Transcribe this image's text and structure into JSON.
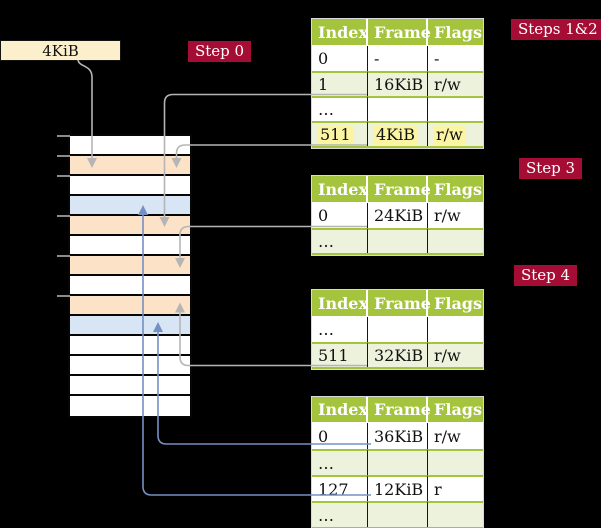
{
  "frame_box": {
    "label": "4KiB"
  },
  "steps": [
    {
      "text": "Step 0"
    },
    {
      "text": "Steps 1&2"
    },
    {
      "text": "Step 3"
    },
    {
      "text": "Step 4"
    }
  ],
  "memory_column": {
    "rows": [
      "white",
      "orange",
      "white",
      "blue",
      "orange",
      "white",
      "orange",
      "white",
      "orange",
      "blue",
      "white",
      "white",
      "white",
      "white"
    ],
    "tick_boundaries": [
      0,
      1,
      2,
      4,
      6,
      8
    ]
  },
  "page_tables": [
    {
      "step": "Steps 1&2",
      "headers": [
        "Index",
        "Frame",
        "Flags"
      ],
      "rows": [
        {
          "cells": [
            "0",
            "-",
            "-"
          ],
          "shaded": false,
          "highlighted": false
        },
        {
          "cells": [
            "1",
            "16KiB",
            "r/w"
          ],
          "shaded": true,
          "highlighted": false
        },
        {
          "cells": [
            "…",
            "",
            ""
          ],
          "shaded": false,
          "highlighted": false
        },
        {
          "cells": [
            "511",
            "4KiB",
            "r/w"
          ],
          "shaded": true,
          "highlighted": true
        }
      ]
    },
    {
      "step": "Step 3",
      "headers": [
        "Index",
        "Frame",
        "Flags"
      ],
      "rows": [
        {
          "cells": [
            "0",
            "24KiB",
            "r/w"
          ],
          "shaded": false,
          "highlighted": false
        },
        {
          "cells": [
            "…",
            "",
            ""
          ],
          "shaded": true,
          "highlighted": false
        }
      ]
    },
    {
      "step": "Step 4",
      "headers": [
        "Index",
        "Frame",
        "Flags"
      ],
      "rows": [
        {
          "cells": [
            "…",
            "",
            ""
          ],
          "shaded": false,
          "highlighted": false
        },
        {
          "cells": [
            "511",
            "32KiB",
            "r/w"
          ],
          "shaded": true,
          "highlighted": false
        }
      ]
    },
    {
      "step": "",
      "headers": [
        "Index",
        "Frame",
        "Flags"
      ],
      "rows": [
        {
          "cells": [
            "0",
            "36KiB",
            "r/w"
          ],
          "shaded": false,
          "highlighted": false
        },
        {
          "cells": [
            "…",
            "",
            ""
          ],
          "shaded": true,
          "highlighted": false
        },
        {
          "cells": [
            "127",
            "12KiB",
            "r"
          ],
          "shaded": false,
          "highlighted": false
        },
        {
          "cells": [
            "…",
            "",
            ""
          ],
          "shaded": true,
          "highlighted": false
        }
      ]
    }
  ],
  "connectors": [
    {
      "from": "4KiB box",
      "to": "memory row 2 (4KiB frame)",
      "color": "gray"
    },
    {
      "from": "table 1 entry 1 (16KiB)",
      "to": "memory row 5",
      "color": "gray"
    },
    {
      "from": "table 1 entry 511 (4KiB)",
      "to": "memory row 2",
      "color": "gray"
    },
    {
      "from": "table 2 entry 0 (24KiB)",
      "to": "memory row 7",
      "color": "gray"
    },
    {
      "from": "table 3 entry 511 (32KiB)",
      "to": "memory row 9",
      "color": "gray"
    },
    {
      "from": "table 4 entry 0 (36KiB)",
      "to": "memory row 10",
      "color": "blue"
    },
    {
      "from": "table 4 entry 127 (12KiB)",
      "to": "memory row 4",
      "color": "blue"
    }
  ],
  "colors": {
    "header_green": "#a5c43d",
    "row_green": "#edf2dc",
    "highlight_yellow": "#fbf5a3",
    "label_red": "#a50d34",
    "box_cream": "#fcf0cc",
    "memory_orange": "#fce3c8",
    "memory_blue": "#d8e5f4",
    "line_gray": "#b5b5b5",
    "line_blue": "#7590c2"
  }
}
